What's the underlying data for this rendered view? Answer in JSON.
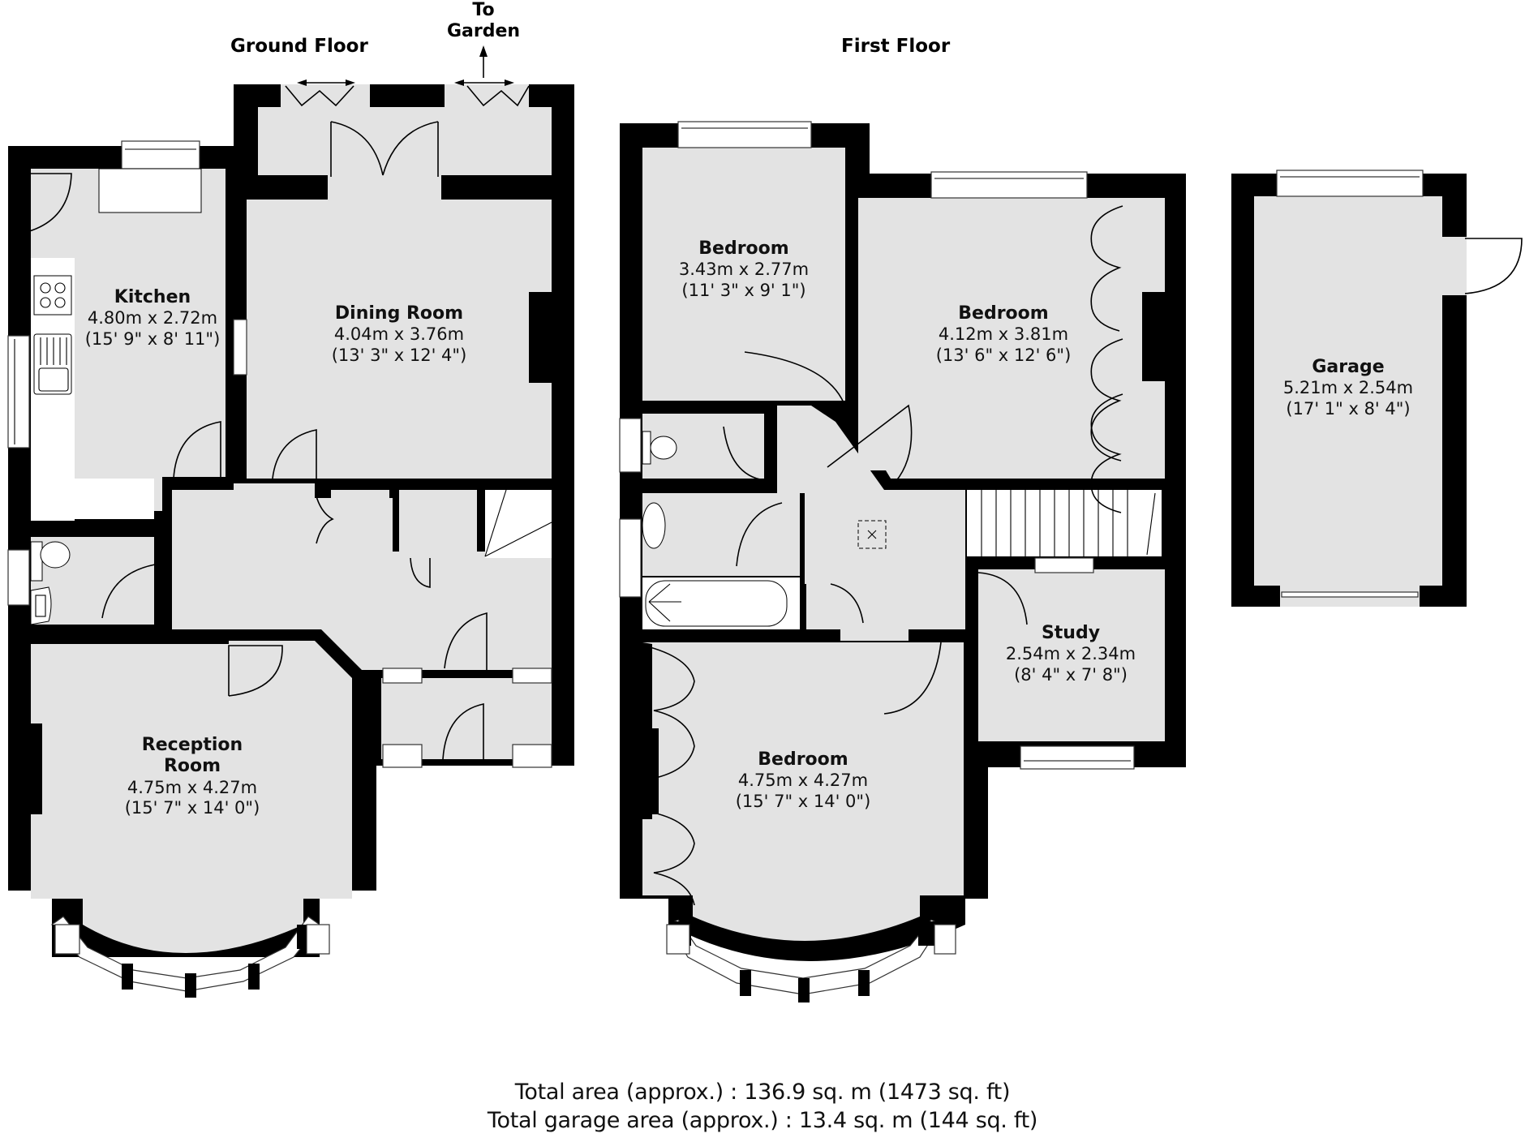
{
  "floors": {
    "ground": {
      "title": "Ground Floor"
    },
    "first": {
      "title": "First Floor"
    }
  },
  "annotations": {
    "garden_line1": "To",
    "garden_line2": "Garden",
    "garden_icon": "arrow-up-icon"
  },
  "rooms": {
    "kitchen": {
      "name": "Kitchen",
      "metric": "4.80m x 2.72m",
      "imperial": "(15' 9\" x 8' 11\")"
    },
    "dining": {
      "name": "Dining Room",
      "metric": "4.04m x 3.76m",
      "imperial": "(13' 3\" x 12' 4\")"
    },
    "reception": {
      "name_line1": "Reception",
      "name_line2": "Room",
      "metric": "4.75m x 4.27m",
      "imperial": "(15' 7\" x 14' 0\")"
    },
    "bedroom_small": {
      "name": "Bedroom",
      "metric": "3.43m x 2.77m",
      "imperial": "(11' 3\" x 9' 1\")"
    },
    "bedroom_right": {
      "name": "Bedroom",
      "metric": "4.12m x 3.81m",
      "imperial": "(13' 6\" x 12' 6\")"
    },
    "bedroom_bay": {
      "name": "Bedroom",
      "metric": "4.75m x 4.27m",
      "imperial": "(15' 7\" x 14' 0\")"
    },
    "study": {
      "name": "Study",
      "metric": "2.54m x 2.34m",
      "imperial": "(8' 4\" x 7' 8\")"
    },
    "garage": {
      "name": "Garage",
      "metric": "5.21m x 2.54m",
      "imperial": "(17' 1\" x 8' 4\")"
    }
  },
  "totals": {
    "total_area": "Total area (approx.) : 136.9 sq. m (1473 sq. ft)",
    "garage_area": "Total garage area (approx.) : 13.4 sq. m (144 sq. ft)"
  },
  "colors": {
    "wall": "#000000",
    "floor": "#e3e3e3",
    "background": "#ffffff"
  },
  "icons": [
    "hob-icon",
    "sink-icon",
    "toilet-icon",
    "basin-icon",
    "bath-icon",
    "loft-hatch-icon",
    "stairs-icon",
    "door-swing-icon",
    "window-icon",
    "bifold-door-icon"
  ]
}
